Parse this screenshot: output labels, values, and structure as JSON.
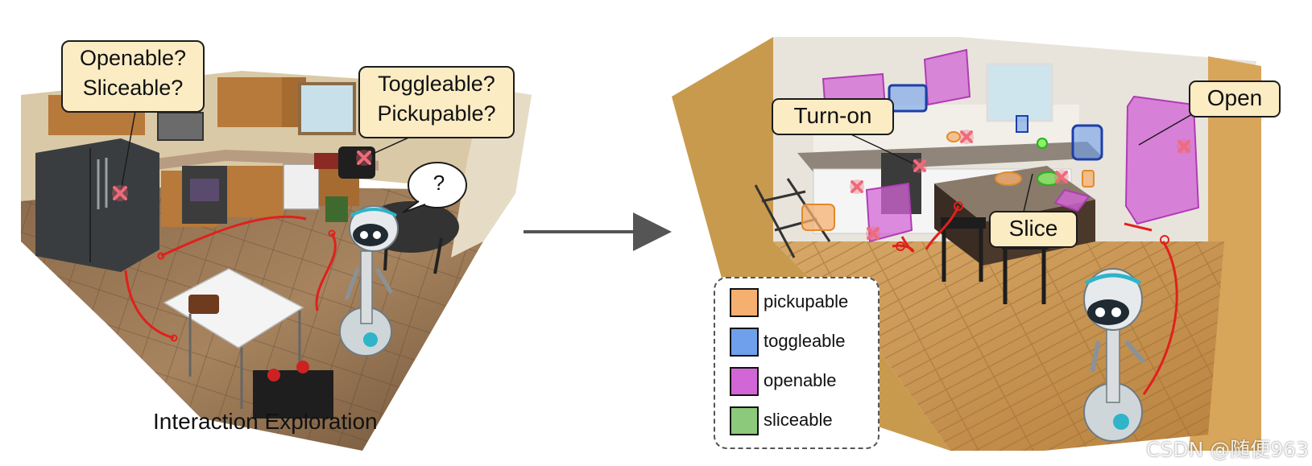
{
  "left_panel": {
    "caption": "Interaction Exploration",
    "bubble_fridge": [
      "Openable?",
      "Sliceable?"
    ],
    "bubble_toaster": [
      "Toggleable?",
      "Pickupable?"
    ],
    "robot_thought": "?"
  },
  "right_panel": {
    "labels": {
      "turn_on": "Turn-on",
      "open": "Open",
      "slice": "Slice"
    },
    "legend": [
      {
        "label": "pickupable",
        "color": "#f5b070"
      },
      {
        "label": "toggleable",
        "color": "#6ea0ec"
      },
      {
        "label": "openable",
        "color": "#d266d6"
      },
      {
        "label": "sliceable",
        "color": "#8cc97a"
      }
    ]
  },
  "colors": {
    "bubble_fill": "#fbecc4",
    "path_red": "#e0201c",
    "marker_pink": "#ee6b7a",
    "arrow": "#555555"
  },
  "watermark": "CSDN @随便963"
}
